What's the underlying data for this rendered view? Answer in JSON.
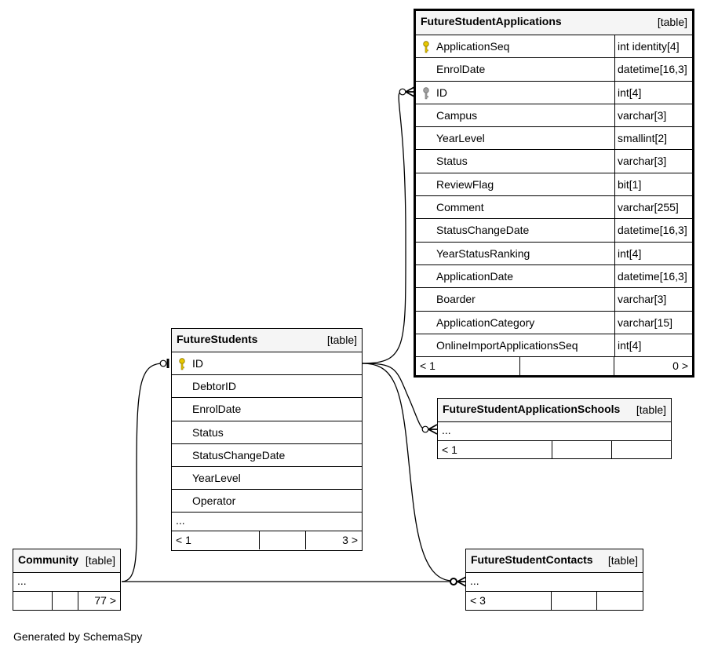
{
  "diagram": {
    "footer_text": "Generated by SchemaSpy",
    "tables": {
      "fsa": {
        "name": "FutureStudentApplications",
        "kind": "[table]",
        "columns": [
          {
            "name": "ApplicationSeq",
            "type": "int identity[4]",
            "key": "primary"
          },
          {
            "name": "EnrolDate",
            "type": "datetime[16,3]",
            "key": ""
          },
          {
            "name": "ID",
            "type": "int[4]",
            "key": "foreign"
          },
          {
            "name": "Campus",
            "type": "varchar[3]",
            "key": ""
          },
          {
            "name": "YearLevel",
            "type": "smallint[2]",
            "key": ""
          },
          {
            "name": "Status",
            "type": "varchar[3]",
            "key": ""
          },
          {
            "name": "ReviewFlag",
            "type": "bit[1]",
            "key": ""
          },
          {
            "name": "Comment",
            "type": "varchar[255]",
            "key": ""
          },
          {
            "name": "StatusChangeDate",
            "type": "datetime[16,3]",
            "key": ""
          },
          {
            "name": "YearStatusRanking",
            "type": "int[4]",
            "key": ""
          },
          {
            "name": "ApplicationDate",
            "type": "datetime[16,3]",
            "key": ""
          },
          {
            "name": "Boarder",
            "type": "varchar[3]",
            "key": ""
          },
          {
            "name": "ApplicationCategory",
            "type": "varchar[15]",
            "key": ""
          },
          {
            "name": "OnlineImportApplicationsSeq",
            "type": "int[4]",
            "key": ""
          }
        ],
        "footer_left": "< 1",
        "footer_right": "0 >"
      },
      "fs": {
        "name": "FutureStudents",
        "kind": "[table]",
        "columns": [
          {
            "name": "ID",
            "key": "primary"
          },
          {
            "name": "DebtorID",
            "key": ""
          },
          {
            "name": "EnrolDate",
            "key": ""
          },
          {
            "name": "Status",
            "key": ""
          },
          {
            "name": "StatusChangeDate",
            "key": ""
          },
          {
            "name": "YearLevel",
            "key": ""
          },
          {
            "name": "Operator",
            "key": ""
          }
        ],
        "ellipsis": "...",
        "footer_left": "< 1",
        "footer_right": "3 >"
      },
      "fsas": {
        "name": "FutureStudentApplicationSchools",
        "kind": "[table]",
        "ellipsis": "...",
        "footer_left": "< 1",
        "footer_right": ""
      },
      "community": {
        "name": "Community",
        "kind": "[table]",
        "ellipsis": "...",
        "footer_left": "",
        "footer_right": "77 >"
      },
      "fsc": {
        "name": "FutureStudentContacts",
        "kind": "[table]",
        "ellipsis": "...",
        "footer_left": "< 3",
        "footer_right": ""
      }
    },
    "colors": {
      "line": "#000000",
      "header_bg": "#f5f5f5",
      "pk_key": "#e8c800",
      "fk_key": "#a0a0a0"
    },
    "icons": {
      "primary": "key-icon",
      "foreign": "foreign-key-icon"
    }
  }
}
